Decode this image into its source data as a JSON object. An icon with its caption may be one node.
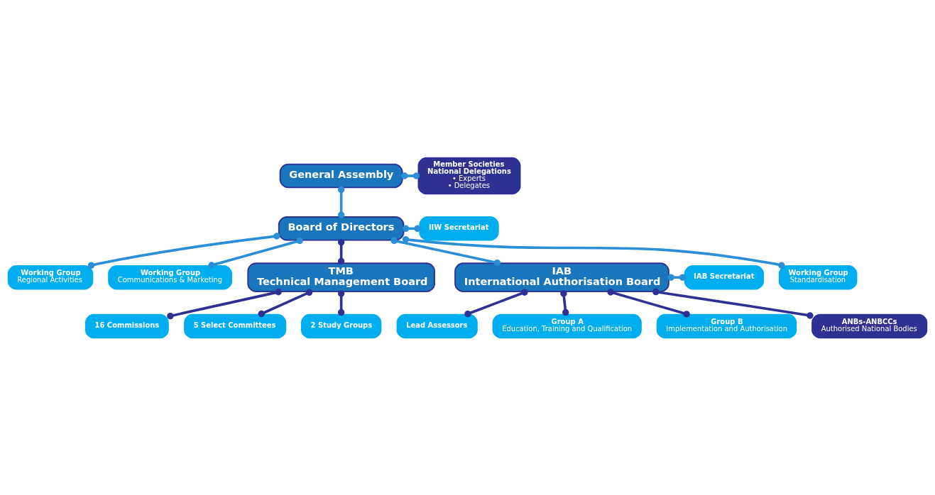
{
  "diagram": {
    "nodes": [
      {
        "text": [
          "General Assembly"
        ]
      },
      {
        "text": [
          "Member Societies",
          "National Delegations",
          "• Experts",
          "• Delegates"
        ]
      },
      {
        "text": [
          "Working Group",
          "Standardisation"
        ]
      },
      {
        "text": [
          "Working Group",
          "Regional Activities"
        ]
      },
      {
        "text": [
          "Working Group",
          "Communications & Marketing"
        ]
      },
      {
        "text": [
          "Board of Directors"
        ]
      },
      {
        "text": [
          "IIW Secretariat"
        ]
      },
      {
        "text": [
          "IAB Secretariat"
        ]
      },
      {
        "text": [
          "IAB",
          "International Authorisation Board"
        ]
      },
      {
        "text": [
          "TMB",
          "Technical Management Board"
        ]
      },
      {
        "text": [
          "Group A",
          "Education, Training and Qualification"
        ]
      },
      {
        "text": [
          "Group B",
          "Implementation and Authorisation"
        ]
      },
      {
        "text": [
          "ANBs-ANBCCs",
          "Authorised National Bodies"
        ]
      },
      {
        "text": [
          "Lead Assessors"
        ]
      },
      {
        "text": [
          "16 Commissions"
        ]
      },
      {
        "text": [
          "5 Select Committees"
        ]
      },
      {
        "text": [
          "2 Study Groups"
        ]
      }
    ],
    "edges": [
      {
        "from": 0,
        "to": 1,
        "arrow": "other"
      },
      {
        "from": 0,
        "to": 5,
        "arrow": "other"
      },
      {
        "from": 5,
        "to": 2,
        "arrow": "other"
      },
      {
        "from": 5,
        "to": 3,
        "arrow": "other"
      },
      {
        "from": 5,
        "to": 4,
        "arrow": "other"
      },
      {
        "from": 5,
        "to": 6,
        "arrow": "other"
      },
      {
        "from": 5,
        "to": 8,
        "arrow": "other"
      },
      {
        "from": 5,
        "to": 9,
        "arrow": "other",
        "color": "#2e3192"
      },
      {
        "from": 7,
        "to": 8,
        "arrow": "other"
      },
      {
        "from": 8,
        "to": 10,
        "arrow": "other",
        "color": "#2e3192"
      },
      {
        "from": 8,
        "to": 11,
        "arrow": "other",
        "color": "#2e3192"
      },
      {
        "from": 8,
        "to": 12,
        "arrow": "other",
        "color": "#2e3192"
      },
      {
        "from": 8,
        "to": 13,
        "arrow": "other",
        "color": "#2e3192"
      },
      {
        "from": 9,
        "to": 14,
        "arrow": "other",
        "color": "#2e3192"
      },
      {
        "from": 9,
        "to": 15,
        "arrow": "other",
        "color": "#2e3192"
      },
      {
        "from": 9,
        "to": 16,
        "arrow": "other",
        "color": "#2e3192"
      }
    ]
  }
}
